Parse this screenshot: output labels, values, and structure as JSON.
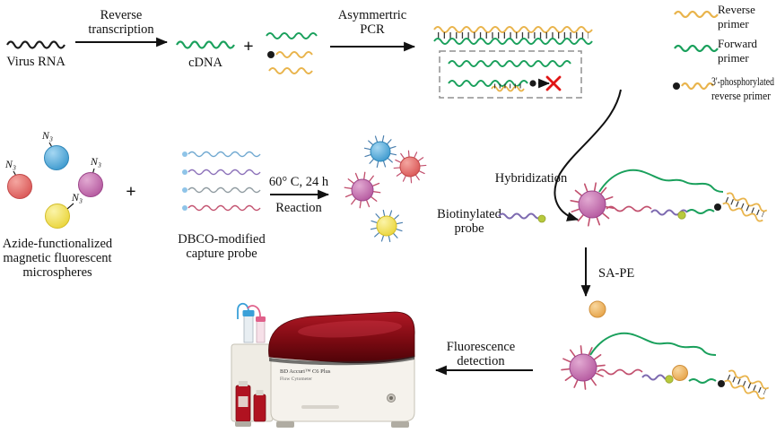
{
  "figure": {
    "labels": {
      "virus_rna": "Virus RNA",
      "reverse_transcription_line1": "Reverse",
      "reverse_transcription_line2": "transcription",
      "cdna": "cDNA",
      "plus": "+",
      "asymmetric_pcr_line1": "Asymmertric",
      "asymmetric_pcr_line2": "PCR",
      "hybridization": "Hybridization",
      "biotinylated_line1": "Biotinylated",
      "biotinylated_line2": "probe",
      "reaction_line1": "60° C, 24 h",
      "reaction_line2": "Reaction",
      "sa_pe": "SA-PE",
      "fluorescence_line1": "Fluorescence",
      "fluorescence_line2": "detection",
      "azide_line1": "Azide-functionalized",
      "azide_line2": "magnetic  fluorescent",
      "azide_line3": "microspheres",
      "dbco_line1": "DBCO-modified",
      "dbco_line2": "capture probe",
      "n3": "N₃"
    },
    "legend": {
      "reverse_primer_line1": "Reverse",
      "reverse_primer_line2": "primer",
      "forward_primer_line1": "Forward",
      "forward_primer_line2": "primer",
      "phos_primer_line1": "3'-phosphorylated",
      "phos_primer_line2": "reverse primer"
    },
    "instrument": {
      "brand": "BD Accuri™ C6 Plus",
      "model": "Flow Cytometer"
    },
    "colors": {
      "forward_primer_green": "#1aa05c",
      "reverse_primer_orange": "#e9b44c",
      "virus_rna_black": "#1a1a1a",
      "red_microsphere": "#dd5f5f",
      "blue_microsphere": "#3b9fd4",
      "magenta_microsphere": "#b85aa0",
      "yellow_microsphere": "#eed83e",
      "capture_probe_crimson": "#c2506e",
      "biotin_probe_purple": "#7d6ab0",
      "biotin_green": "#b7c93c",
      "sape_orange": "#eaa64e",
      "blocked_x_red": "#e01515",
      "instrument_red": "#8c0f16"
    }
  }
}
